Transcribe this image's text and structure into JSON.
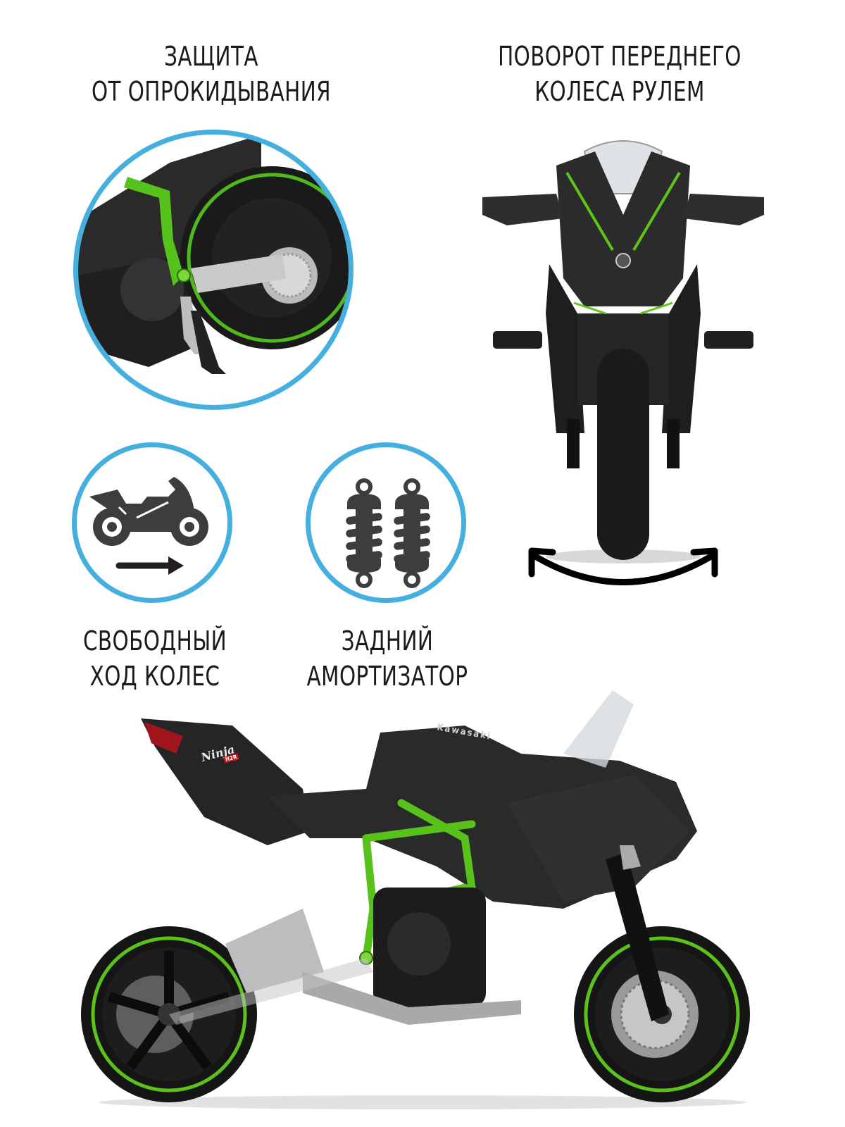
{
  "features": [
    {
      "id": "anti-tip",
      "lines": [
        "ЗАЩИТА",
        "ОТ ОПРОКИДЫВАНИЯ"
      ],
      "icon": "kickstand-photo"
    },
    {
      "id": "steering",
      "lines": [
        "ПОВОРОТ ПЕРЕДНЕГО",
        "КОЛЕСА РУЛЕМ"
      ],
      "icon": "front-view-photo"
    },
    {
      "id": "free-wheel",
      "lines": [
        "СВОБОДНЫЙ",
        "ХОД КОЛЕС"
      ],
      "icon": "motorcycle-arrow-icon"
    },
    {
      "id": "rear-shock",
      "lines": [
        "ЗАДНИЙ",
        "АМОРТИЗАТОР"
      ],
      "icon": "shock-absorber-icon"
    }
  ],
  "product": {
    "brand_label": "Kawasaki",
    "model_label": "Ninja",
    "model_badge": "H2R"
  },
  "colors": {
    "ring": "#45b0e0",
    "icon": "#3d3d3d",
    "accent_green": "#6fc41c",
    "body": "#1c1c1c"
  }
}
